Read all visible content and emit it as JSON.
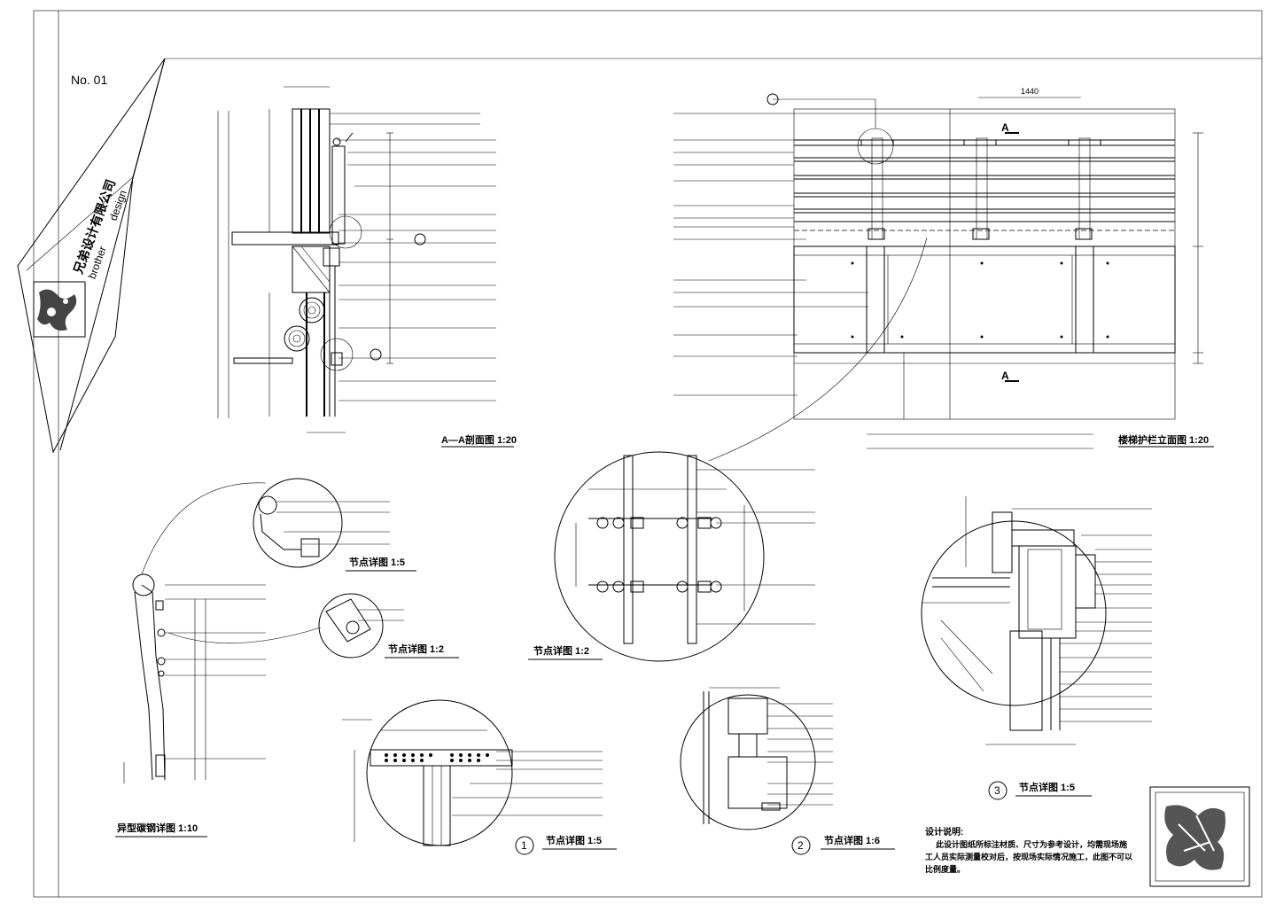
{
  "sheet": {
    "number": "No. 01",
    "company_cn": "兄弟设计有限公司",
    "company_en_1": "brother",
    "company_en_2": "design"
  },
  "titles": {
    "section_aa": "A—A剖面图  1:20",
    "railing_elevation": "楼梯护栏立面图  1:20",
    "node_1_5_top": "节点详图   1:5",
    "node_1_2_small": "节点详图   1:2",
    "node_1_2_center": "节点详图   1:2",
    "shaped_steel": "异型碳钢详图  1:10",
    "node_1": "节点详图   1:5",
    "node_2": "节点详图   1:6",
    "node_3": "节点详图   1:5"
  },
  "markers": {
    "section_a": "A",
    "num_1": "1",
    "num_2": "2",
    "num_3": "3"
  },
  "dims": {
    "width_1440": "1440"
  },
  "notes": {
    "heading": "设计说明:",
    "line1": "此设计图纸所标注材质、尺寸为参考设计，均需现场施",
    "line2": "工人员实际测量校对后，按现场实际情况施工，此图不可以",
    "line3": "比例度量。"
  }
}
